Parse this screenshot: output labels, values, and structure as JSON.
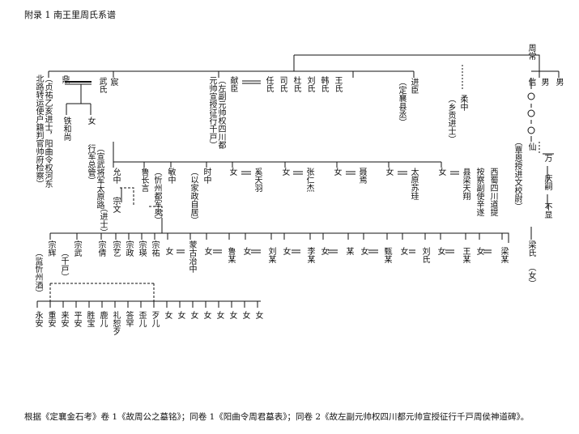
{
  "title": "附录 1 南王里周氏系谱",
  "footer": "根据《定襄金石考》卷 1《故周公之墓铭》；同卷 1《阳曲令周君墓表》；同卷 2《故左副元帅权四川都元帅宣授征行千戸周侯神道碑》。",
  "gen1": {
    "ding": "鼎",
    "ding_note": "（贞祐乙亥进士，阳曲令权河东北路转运使户籍判官帅府检察）",
    "wushi": "武氏",
    "tiehe": "铁和尚",
    "nv": "女",
    "chen": "宸",
    "chen_note": "（宣武将军太原路行军总管）",
    "xianchen": "献臣",
    "xianchen_note": "（左副元帅权四川都元帅宣授征行千戸）",
    "renshi": "任氏",
    "sishi": "司氏",
    "dushi": "杜氏",
    "liushi": "刘氏",
    "hanshi": "韩氏",
    "wangshi": "王氏",
    "jinchen": "进臣",
    "jinchen_note": "（定襄县丞）",
    "rou": "柔中",
    "rou_note": "（乡贡进士）",
    "zhouchang": "周常",
    "nan1": "男",
    "nan2": "男",
    "xin": "信",
    "xian": "仙",
    "wan": "万",
    "qingsi": "庆嗣",
    "buxian": "不显",
    "xian_note": "（覃恩授进文校尉）"
  },
  "gen2": {
    "yunzhong": "允中",
    "zongwen": "宗文",
    "zongwen_note": "（进士）",
    "luzhangyan": "鲁长言",
    "jingzhong": "敏中",
    "jingzhong_note": "（忻州都军奥）",
    "shizhong": "时中",
    "shizhong_note": "（以家政自居）",
    "nv": "女",
    "xitianyu": "奚天羽",
    "zhangrenjie": "张仁杰",
    "xueyan": "聂焉",
    "taiyuansun": "太原苏珪",
    "xianlianggong": "县梁天翔",
    "anchafushi": "按察副使辛遂",
    "xichuandao": "西蜀四川道提"
  },
  "gen3": {
    "zongye": "宗辉",
    "zongye_note": "（监忻州酒）",
    "zongwu": "宗武",
    "zongwu_note": "（千戸）",
    "zongqian": "宗倩",
    "zongyi": "宗艺",
    "zongzheng": "宗政",
    "zongying": "宗瑛",
    "zonghu": "宗祐",
    "mengguzhizhong": "蒙古治中",
    "lu": "鲁某",
    "liu": "刘某",
    "li": "李某",
    "mou": "某",
    "zhen": "甄某",
    "liushi": "刘氏",
    "wang": "王某",
    "liang": "梁某",
    "liangyan": "梁氏",
    "liangyan_note": "（女）",
    "nv": "女"
  },
  "gen4": [
    "永安",
    "重安",
    "来安",
    "平安",
    "胜宝",
    "鹿儿",
    "礼恕歹",
    "答罕",
    "歪儿",
    "歹儿",
    "女",
    "女",
    "女",
    "女",
    "女",
    "女",
    "女",
    "女"
  ]
}
